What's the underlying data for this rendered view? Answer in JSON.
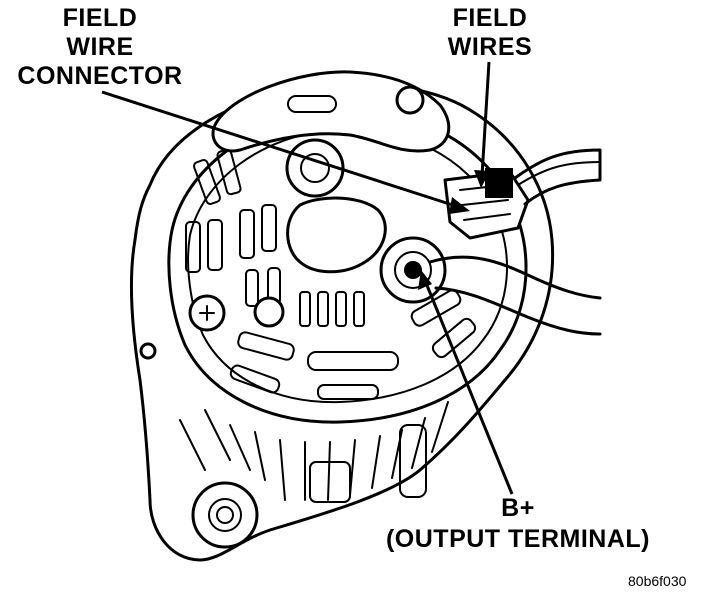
{
  "labels": {
    "field_wire_connector": [
      "FIELD",
      "WIRE",
      "CONNECTOR"
    ],
    "field_wires": [
      "FIELD",
      "WIRES"
    ],
    "b_plus": [
      "B+",
      "(OUTPUT TERMINAL)"
    ],
    "figure_id": "80b6f030"
  },
  "colors": {
    "line": "#000000",
    "background": "#ffffff"
  }
}
